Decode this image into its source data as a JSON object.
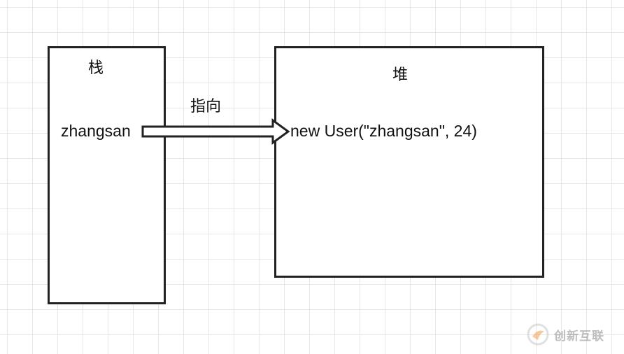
{
  "stack": {
    "title": "栈",
    "variable": "zhangsan"
  },
  "heap": {
    "title": "堆",
    "object": "new User(\"zhangsan\", 24)"
  },
  "reference": {
    "label": "指向"
  },
  "watermark": {
    "text": "创新互联"
  },
  "colors": {
    "stroke": "#222222",
    "grid": "#e6e6e6",
    "logo_orange": "#f0a050"
  }
}
